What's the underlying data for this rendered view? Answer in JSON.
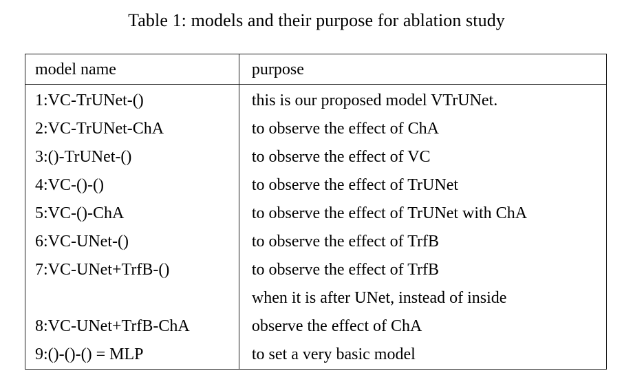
{
  "caption": "Table 1: models and their purpose for ablation study",
  "table": {
    "headers": {
      "model": "model name",
      "purpose": "purpose"
    },
    "rows": [
      {
        "model": "1:VC-TrUNet-()",
        "purpose": "this is our proposed model VTrUNet."
      },
      {
        "model": "2:VC-TrUNet-ChA",
        "purpose": "to observe the effect of ChA"
      },
      {
        "model": "3:()-TrUNet-()",
        "purpose": "to observe the effect of VC"
      },
      {
        "model": "4:VC-()-()",
        "purpose": "to observe the effect of TrUNet"
      },
      {
        "model": "5:VC-()-ChA",
        "purpose": "to observe the effect of TrUNet with ChA"
      },
      {
        "model": "6:VC-UNet-()",
        "purpose": "to observe the effect of TrfB"
      },
      {
        "model": "7:VC-UNet+TrfB-()",
        "purpose": "to observe the effect of TrfB"
      },
      {
        "model": "",
        "purpose": "when it is after UNet, instead of inside"
      },
      {
        "model": "8:VC-UNet+TrfB-ChA",
        "purpose": "observe the effect of ChA"
      },
      {
        "model": "9:()-()-() = MLP",
        "purpose": "to set a very basic model"
      }
    ]
  },
  "colors": {
    "text": "#000000",
    "border": "#1a1a1a",
    "background": "#ffffff"
  }
}
